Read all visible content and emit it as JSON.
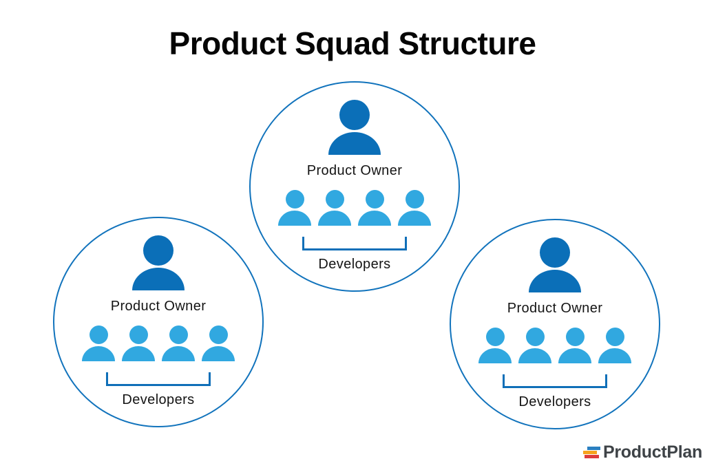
{
  "title": "Product Squad Structure",
  "squads": [
    {
      "name": "squad-center",
      "po_label": "Product Owner",
      "dev_label": "Developers",
      "developer_count": 4
    },
    {
      "name": "squad-left",
      "po_label": "Product Owner",
      "dev_label": "Developers",
      "developer_count": 4
    },
    {
      "name": "squad-right",
      "po_label": "Product Owner",
      "dev_label": "Developers",
      "developer_count": 4
    }
  ],
  "logo": {
    "text": "ProductPlan"
  },
  "colors": {
    "background": "#FFFFFF",
    "title-color": "#050505",
    "label-color": "#141414",
    "po-blue": "#0B6FB8",
    "dev-blue": "#31A8E0",
    "circle-stroke": "#1173BC",
    "bracket-blue": "#0F6FB8",
    "logo-text": "#3E4347",
    "logo-bar-blue": "#2B7FC0",
    "logo-bar-orange": "#F6A21D",
    "logo-bar-red": "#DD3B3B"
  }
}
